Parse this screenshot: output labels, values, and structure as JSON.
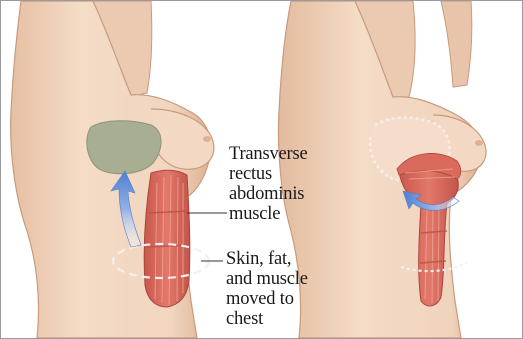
{
  "labels": {
    "muscle": [
      "Transverse",
      "rectus",
      "abdominis",
      "muscle"
    ],
    "skin": [
      "Skin, fat,",
      "and muscle",
      "moved to",
      "chest"
    ]
  },
  "colors": {
    "skin": "#f1d5bf",
    "skin_shadow": "#d9ad90",
    "muscle": "#d8685c",
    "muscle_stripe": "#f0a090",
    "mound": "#a7ae92",
    "arrow": "#5d8bd3",
    "dashes": "#f4efe8"
  }
}
